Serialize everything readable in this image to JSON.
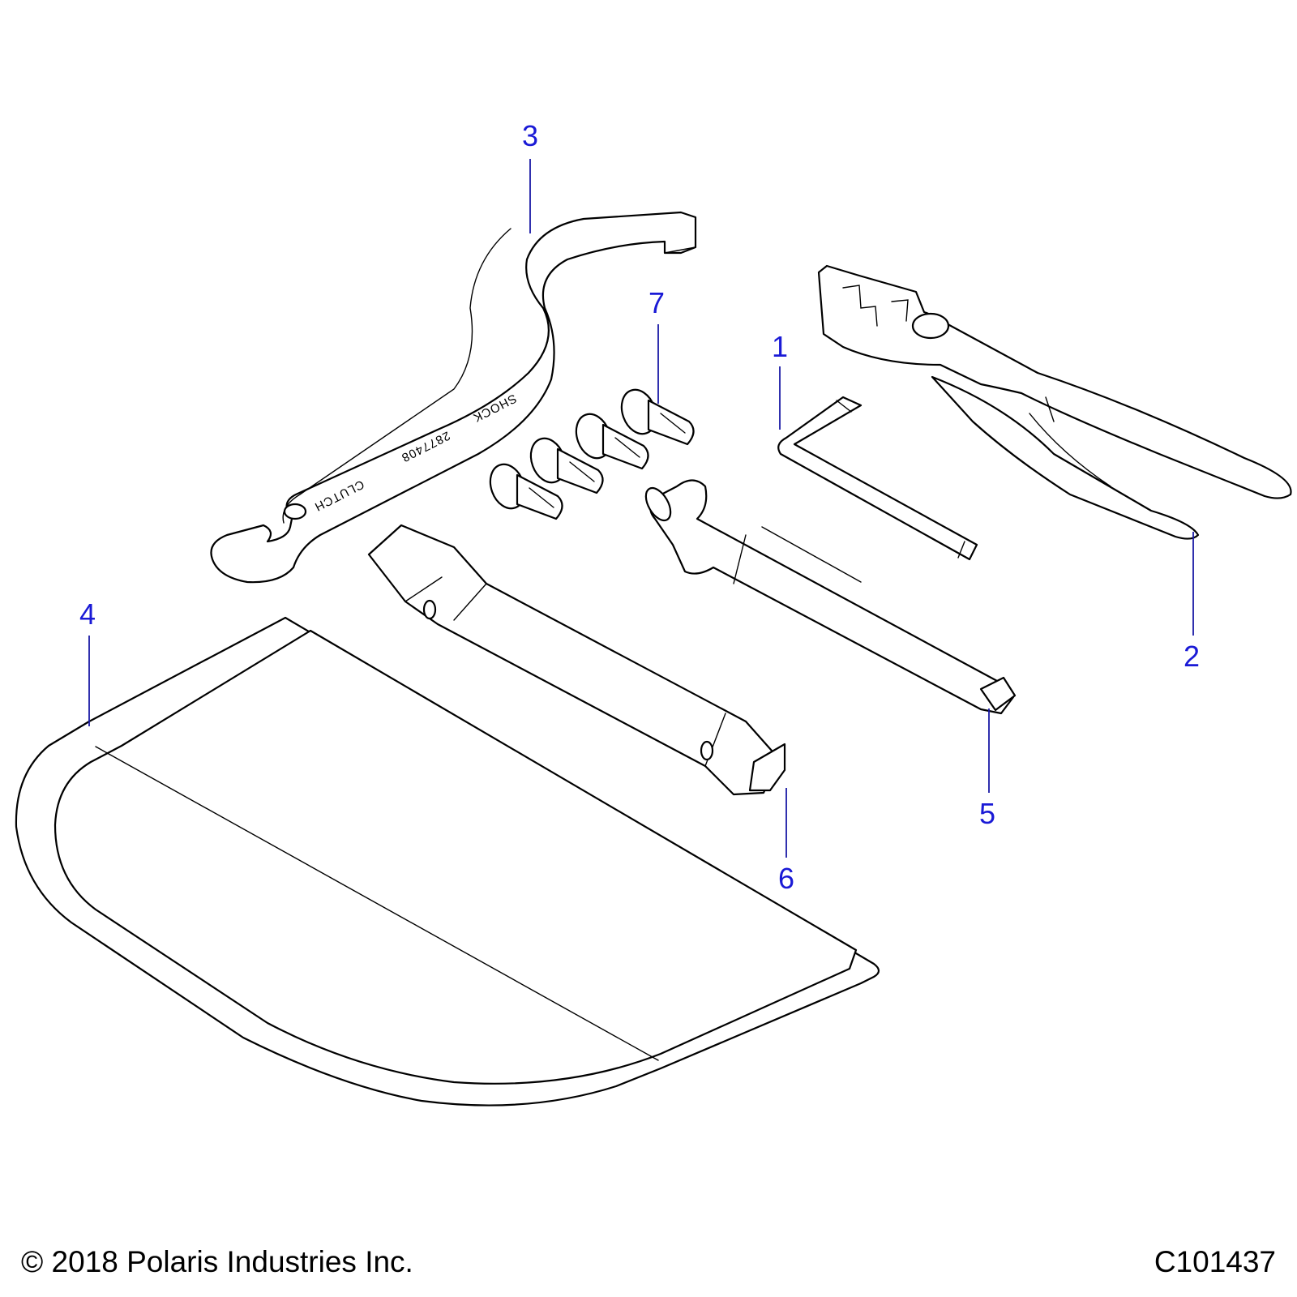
{
  "callouts": {
    "c1": "1",
    "c2": "2",
    "c3": "3",
    "c4": "4",
    "c5": "5",
    "c6": "6",
    "c7": "7"
  },
  "wrench_stamps": {
    "shock": "SHOCK",
    "part_number": "2877408",
    "clutch": "CLUTCH"
  },
  "footer": {
    "copyright": "© 2018 Polaris Industries Inc.",
    "drawing_number": "C101437"
  },
  "colors": {
    "callout_text": "#1a1ad6",
    "leader_line": "#1a1aa6",
    "outline": "#000000"
  }
}
